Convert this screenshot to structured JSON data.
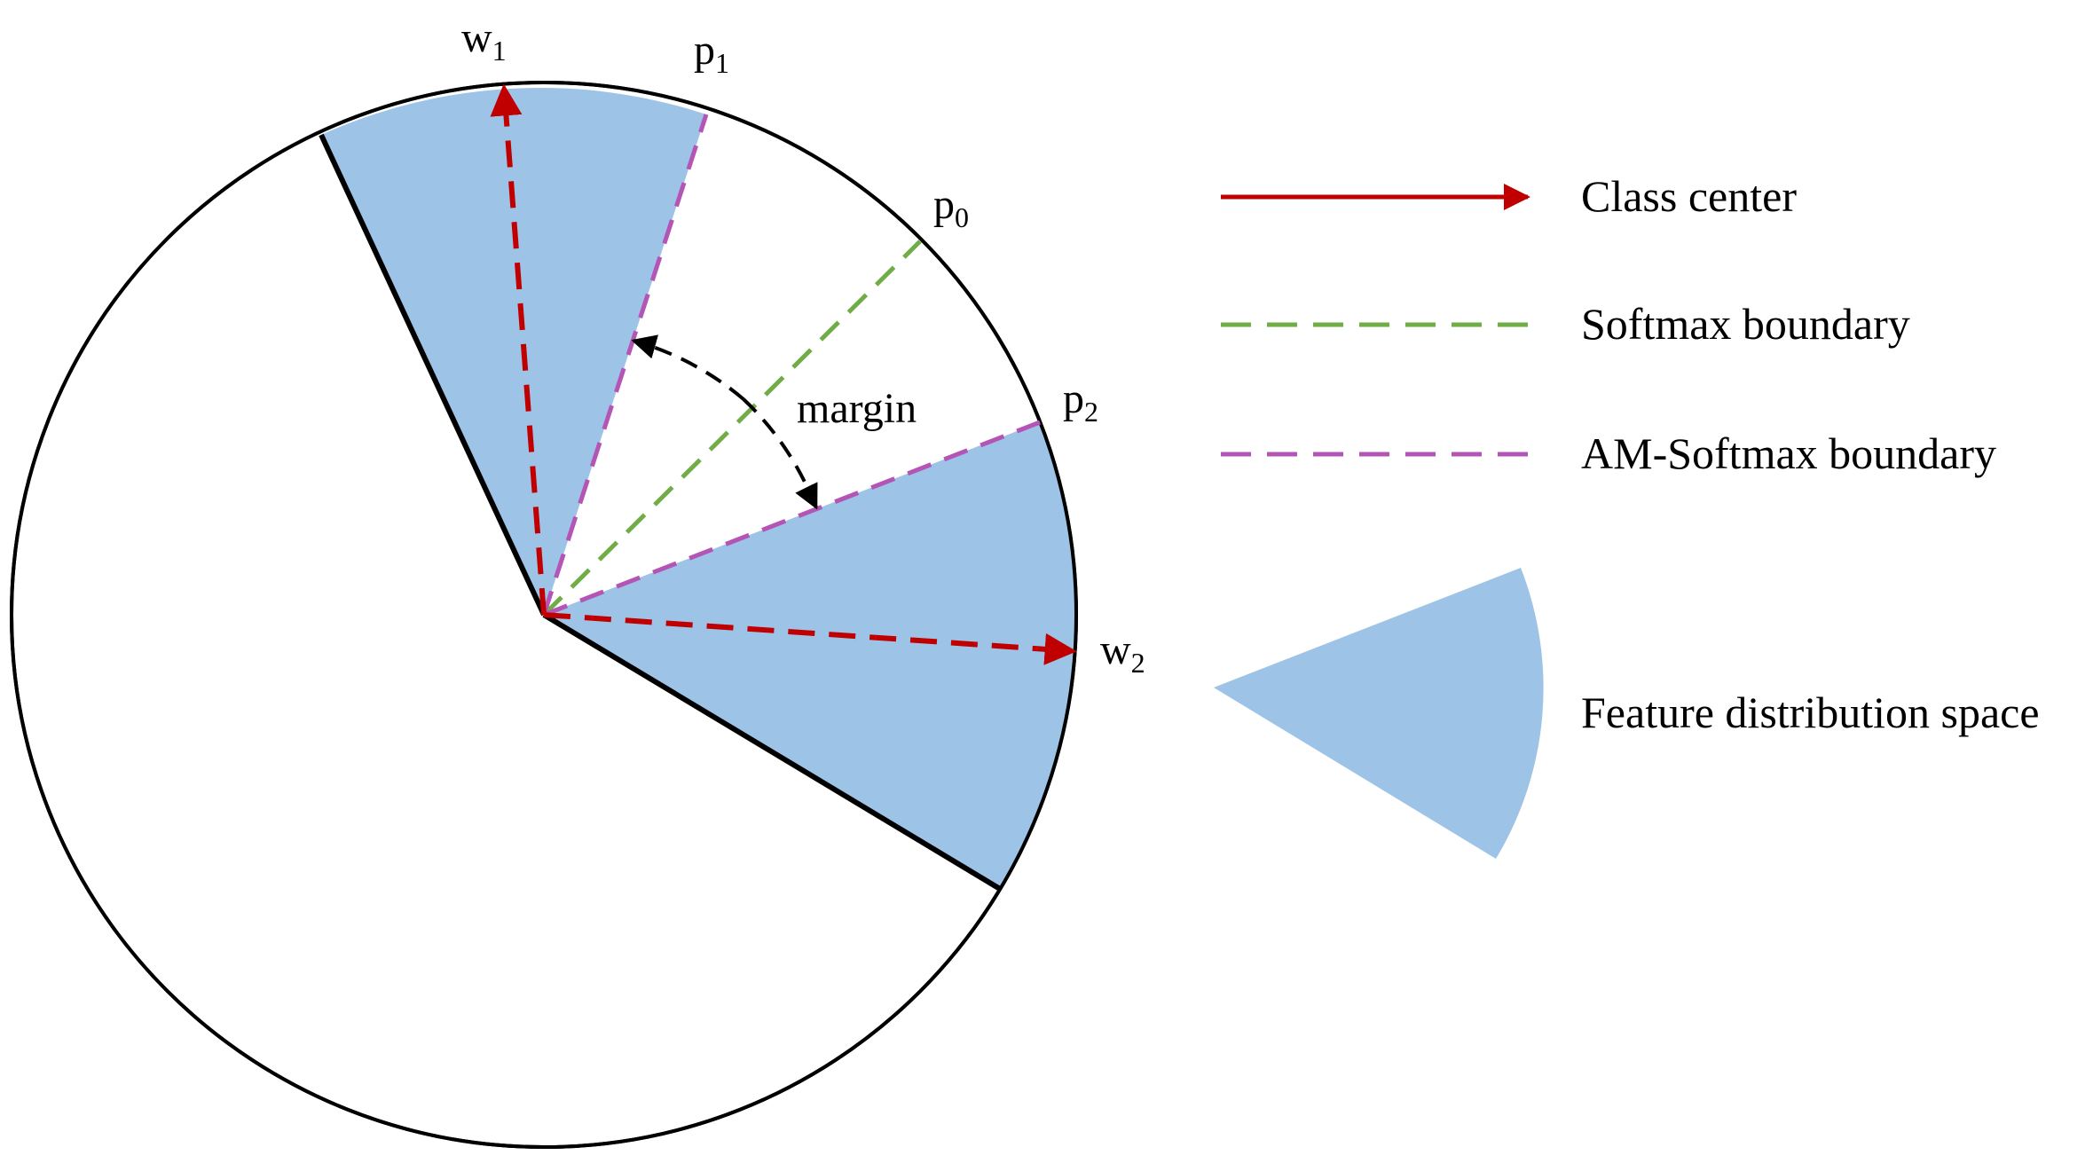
{
  "colors": {
    "class_center": "#c00000",
    "softmax_boundary": "#70ad47",
    "am_softmax_boundary": "#b455b6",
    "feature_space": "#9dc3e6",
    "outline": "#000000",
    "margin_arc": "#000000"
  },
  "vectors": {
    "w1": {
      "base": "w",
      "sub": "1"
    },
    "w2": {
      "base": "w",
      "sub": "2"
    }
  },
  "boundaries": {
    "p0": {
      "base": "p",
      "sub": "0"
    },
    "p1": {
      "base": "p",
      "sub": "1"
    },
    "p2": {
      "base": "p",
      "sub": "2"
    }
  },
  "margin_label": "margin",
  "legend": {
    "class_center": "Class center",
    "softmax_boundary": "Softmax boundary",
    "am_softmax_boundary": "AM-Softmax boundary",
    "feature_space": "Feature distribution space"
  }
}
